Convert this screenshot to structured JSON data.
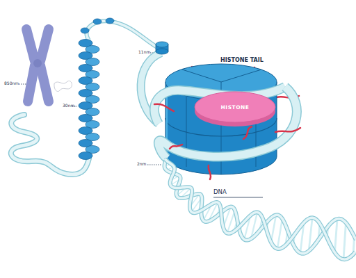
{
  "diagram": {
    "nodes": [
      {
        "text": [
          "HISTONE"
        ]
      }
    ],
    "labels": [
      "850nm",
      "30nm",
      "11nm",
      "2nm",
      "HISTONE TAIL",
      "DNA"
    ]
  }
}
